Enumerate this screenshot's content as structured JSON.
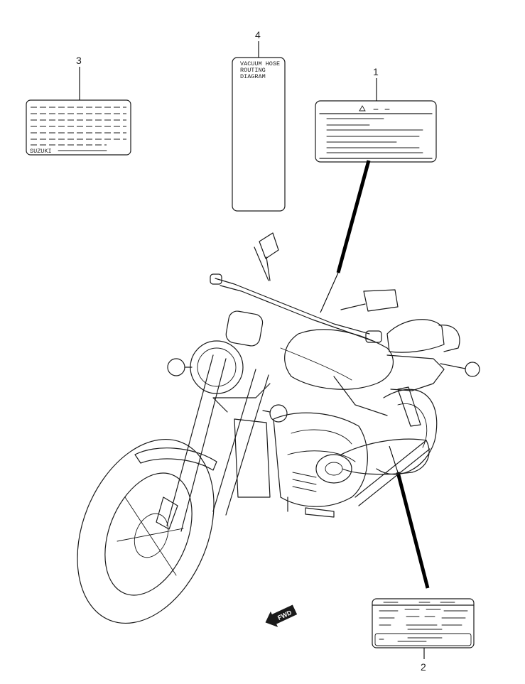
{
  "callouts": {
    "label_1": "1",
    "label_2": "2",
    "label_3": "3",
    "label_4": "4"
  },
  "label_4_text": {
    "line_1": "VACUUM HOSE",
    "line_2": "ROUTING",
    "line_3": "DIAGRAM"
  },
  "label_3_text": {
    "brand": "SUZUKI"
  },
  "forward_arrow": {
    "text": "FWD",
    "icon": "forward-arrow-icon"
  },
  "colors": {
    "ink": "#1a1a1a",
    "background": "#ffffff"
  }
}
